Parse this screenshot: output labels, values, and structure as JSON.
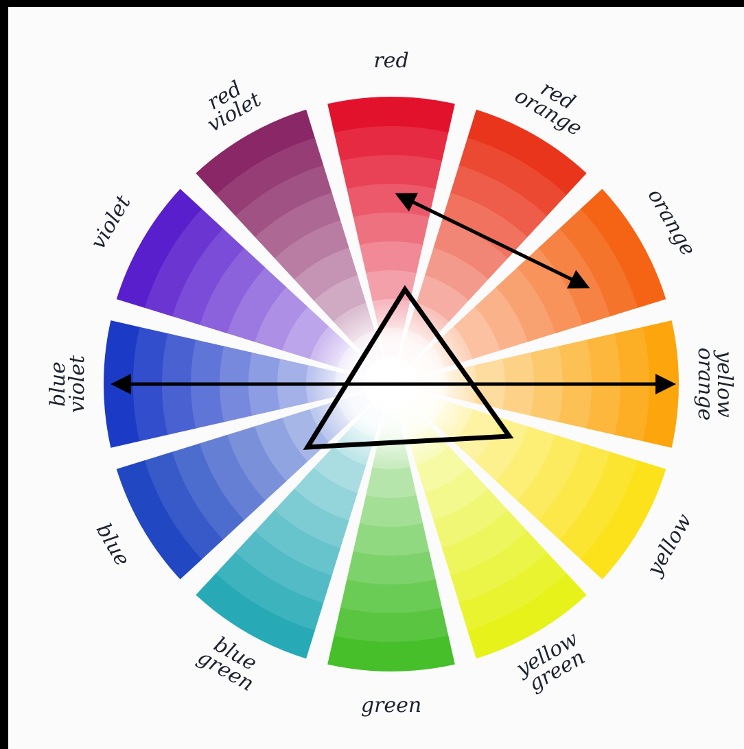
{
  "wheel": {
    "segments": [
      {
        "label_lines": [
          "red"
        ],
        "color": "#e3122c"
      },
      {
        "label_lines": [
          "red",
          "orange"
        ],
        "color": "#e9351b"
      },
      {
        "label_lines": [
          "orange"
        ],
        "color": "#f46414"
      },
      {
        "label_lines": [
          "yellow",
          "orange"
        ],
        "color": "#fca50c"
      },
      {
        "label_lines": [
          "yellow"
        ],
        "color": "#fbe21a"
      },
      {
        "label_lines": [
          "yellow",
          "green"
        ],
        "color": "#e6f219"
      },
      {
        "label_lines": [
          "green"
        ],
        "color": "#46bf2b"
      },
      {
        "label_lines": [
          "blue",
          "green"
        ],
        "color": "#27aab6"
      },
      {
        "label_lines": [
          "blue"
        ],
        "color": "#2148c2"
      },
      {
        "label_lines": [
          "blue",
          "violet"
        ],
        "color": "#1b3ac6"
      },
      {
        "label_lines": [
          "violet"
        ],
        "color": "#5a1fcd"
      },
      {
        "label_lines": [
          "red",
          "violet"
        ],
        "color": "#8a2766"
      }
    ]
  },
  "overlay": {
    "stroke_color": "#000000",
    "arrows": [
      {
        "from": "red",
        "to": "orange"
      },
      {
        "from": "blue violet",
        "to": "yellow orange"
      }
    ],
    "triangle": {
      "shape": "triangle"
    }
  }
}
